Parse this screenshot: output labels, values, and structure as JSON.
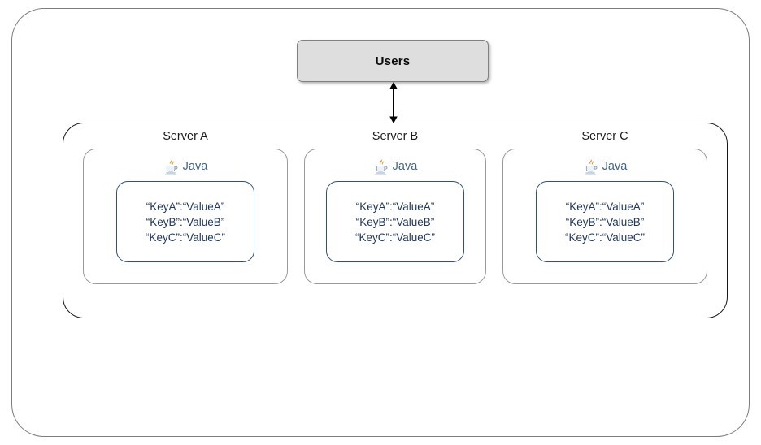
{
  "diagram": {
    "type": "architecture-diagram",
    "outer_boundary": {
      "label": "",
      "border_color": "#7d7d7d"
    },
    "users": {
      "label": "Users",
      "fill_color": "#dedede",
      "border_color": "#808080"
    },
    "connector": {
      "name": "users-to-cluster",
      "style": "double-headed-arrow",
      "color": "#000000"
    },
    "cluster": {
      "label": "",
      "border_color": "#171717",
      "servers": [
        {
          "title": "Server A",
          "runtime": {
            "icon": "java-coffee-cup-icon",
            "label": "Java"
          },
          "entries": [
            "“KeyA”:“ValueA”",
            "“KeyB”:“ValueB”",
            "“KeyC”:“ValueC”"
          ]
        },
        {
          "title": "Server B",
          "runtime": {
            "icon": "java-coffee-cup-icon",
            "label": "Java"
          },
          "entries": [
            "“KeyA”:“ValueA”",
            "“KeyB”:“ValueB”",
            "“KeyC”:“ValueC”"
          ]
        },
        {
          "title": "Server C",
          "runtime": {
            "icon": "java-coffee-cup-icon",
            "label": "Java"
          },
          "entries": [
            "“KeyA”:“ValueA”",
            "“KeyB”:“ValueB”",
            "“KeyC”:“ValueC”"
          ]
        }
      ]
    },
    "colors": {
      "java_text": "#42658b",
      "kv_text": "#1f3864",
      "kv_border": "#31527f",
      "server_border": "#9a9a9a",
      "steam": "#f08a17"
    }
  }
}
